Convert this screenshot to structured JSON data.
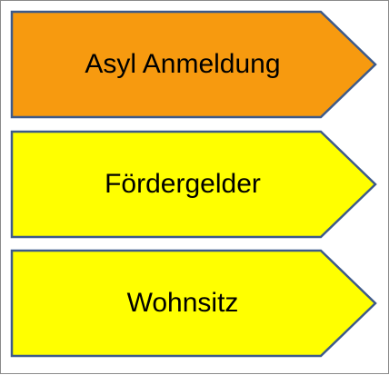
{
  "steps": [
    {
      "label": "Asyl Anmeldung",
      "fill": "#f79a0f",
      "stroke": "#3d5a8a"
    },
    {
      "label": "Fördergelder",
      "fill": "#ffff00",
      "stroke": "#3d5a8a"
    },
    {
      "label": "Wohnsitz",
      "fill": "#ffff00",
      "stroke": "#3d5a8a"
    }
  ]
}
